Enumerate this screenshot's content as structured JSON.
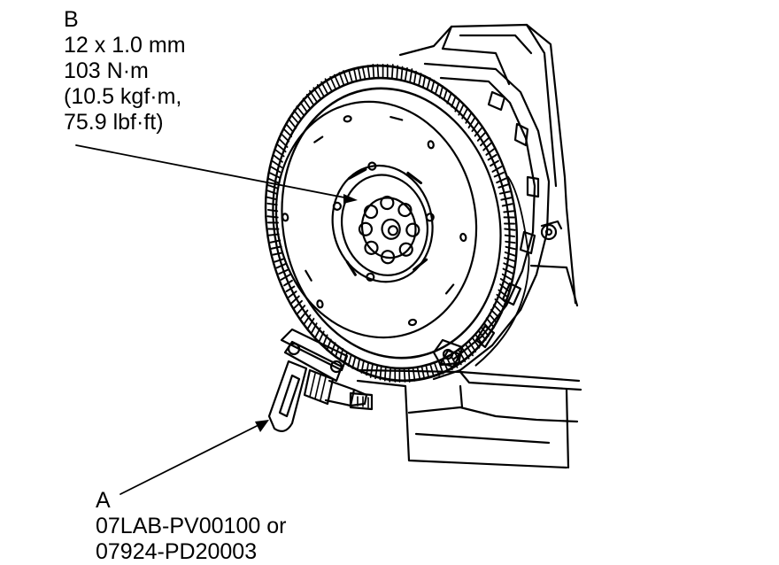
{
  "callouts": {
    "b": {
      "letter": "B",
      "lines": [
        "12 x 1.0 mm",
        "103 N·m",
        "(10.5 kgf·m,",
        "75.9 lbf·ft)"
      ]
    },
    "a": {
      "letter": "A",
      "lines": [
        "07LAB-PV00100 or",
        "07924-PD20003"
      ]
    }
  },
  "colors": {
    "ink": "#000000",
    "paper": "#ffffff"
  }
}
